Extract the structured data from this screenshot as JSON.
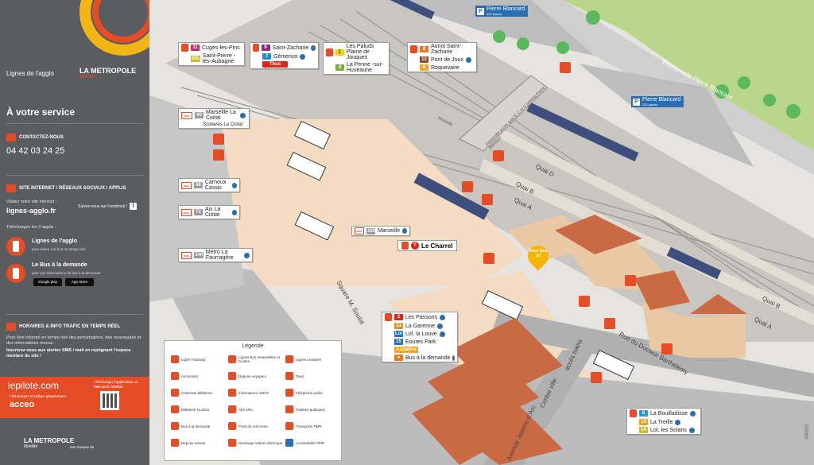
{
  "sidebar": {
    "logo_left": "Lignes de l'agglo",
    "logo_right": "LA METROPOLE",
    "logo_right_sub": "Mobilité",
    "title": "À votre service",
    "contact_head": "CONTACTEZ-NOUS",
    "phone": "04 42 03 24 25",
    "web_head": "SITE INTERNET / RÉSEAUX SOCIAUX / APPLIS",
    "web_intro": "Visitez notre site internet :",
    "url": "lignes-agglo.fr",
    "facebook": "Suivez-nous sur Facebook !",
    "apps_intro": "Téléchargez les 2 applis :",
    "app1_title": "Lignes de l'agglo",
    "app1_sub": "pour suivre vos bus en temps réel",
    "app2_title": "Le Bus à la demande",
    "app2_sub": "pour vos réservations du bus à la demande",
    "store1": "Google play",
    "store2": "App Store",
    "info_head": "HORAIRES & INFO TRAFIC EN TEMPS RÉEL",
    "info_txt": "Pour être informé en temps réel des perturbations, des nouveautés et des informations réseau :",
    "info_bold": "Inscrivez-vous aux alertes SMS / mail en rejoignant l'espace membre du site !",
    "pilote": "lepilote.com",
    "pilote_app": "Téléchargez l'application La Métropole Mobilité",
    "acceo_txt": "Téléchargez et utilisez gratuitement",
    "acceo": "acceo",
    "bottom_logo": "LA METROPOLE",
    "bottom_logo_sub": "Mobilité",
    "bottom_logo_tag": "une marque de"
  },
  "boxes": {
    "b1": [
      {
        "num": "11",
        "color": "#b7336d",
        "name": "Cuges-les-Pins"
      },
      {
        "num": "20s",
        "color": "#c9b92c",
        "name": "Saint-Pierre -lès-Aubagne"
      }
    ],
    "b2": [
      {
        "num": "9",
        "color": "#8b2a7f",
        "name": "Saint-Zacharie"
      },
      {
        "num": "7",
        "color": "#2a8bc9",
        "name": "Gémenos"
      }
    ],
    "b2_tbus": "Tbus",
    "b3": [
      {
        "num": "1",
        "color": "#e7d21c",
        "name": "Les Paluds Plaine de Jouques"
      },
      {
        "num": "4",
        "color": "#7bb03a",
        "name": "La Penne -sur-Huveaune"
      }
    ],
    "b4": [
      {
        "num": "8",
        "color": "#e7792b",
        "name": "Auriol Saint-Zacharie"
      },
      {
        "num": "12",
        "color": "#8c4a2b",
        "name": "Pont de Joux"
      },
      {
        "num": "6",
        "color": "#f0a528",
        "name": "Roquevaire"
      }
    ],
    "b5_num": "69",
    "b5_name": "Marseille La Ciotat",
    "b5_sub": "Scolaires La Ciotat",
    "b6_num": "68",
    "b6_name": "Carnoux Cassis",
    "b7_num": "72",
    "b7_name": "Aix La Ciotat",
    "b8_num": "240",
    "b8_name": "Métro La Fourragère",
    "b9_num": "100",
    "b9_name": "Marseille",
    "b10": [
      {
        "num": "2",
        "color": "#e2231a",
        "name": "Les Passons"
      },
      {
        "num": "13",
        "color": "#c99a2c",
        "name": "La Garenne"
      },
      {
        "num": "Lol",
        "color": "#2a6db0",
        "name": "Lol. la Louve"
      },
      {
        "num": "15",
        "color": "#2a6db0",
        "name": "Eoures Park"
      }
    ],
    "b10_aub": "Aubaline",
    "b10_dem": "Bus à la demande",
    "b11": [
      {
        "num": "5",
        "color": "#2a9ad0",
        "name": "La Bouilladisse"
      },
      {
        "num": "10",
        "color": "#e7a21c",
        "name": "La Treille"
      },
      {
        "num": "14",
        "color": "#c9b92c",
        "name": "Lot. les Solans"
      }
    ],
    "zou": "zou",
    "tram_num": "T",
    "tram_name": "Le Charrel"
  },
  "map": {
    "parking1": "Pierre Blancard",
    "parking1_sub": "224 places",
    "parking2": "Pierre Blancard",
    "parking2_sub": "224 places",
    "promenade": "Promenade Pierre Blancard",
    "rue": "Rue du Docteur Barthélémy",
    "avenue": "Avenue Jeanne d'Arc",
    "centre": "Centre ville",
    "acces": "accès trains",
    "square": "Square M. Soulat",
    "quai_d": "Quai D",
    "quai_b": "Quai B",
    "quai_a": "Quai A",
    "quai_b2": "Quai B",
    "quai_a2": "Quai A",
    "passerelle": "Passerelle accès quai B, C et D parking Pierre Blancard",
    "marseille": "Marseille",
    "vous": "Vous êtes ici",
    "code": "03/02/22"
  },
  "legend": {
    "title": "Légende",
    "items": [
      "Ligne Tramway",
      "Lignes Bus essentielles et locales",
      "Lignes scolaires",
      "Ascenseur",
      "Dépose voyageur",
      "Taxis",
      "Automate Billetterie",
      "Informations SNCF",
      "Téléphone public",
      "Billetterie Guichet",
      "Abri vélo",
      "Toilettes publiques",
      "Bus à la demande",
      "Point de rencontre",
      "Transports PMR",
      "Dépose minute",
      "Recharge Voiture électrique",
      "Accessibilité PMR"
    ]
  },
  "colors": {
    "accent": "#e44d26",
    "sidebar": "#5a5c5f",
    "blue": "#2a6db0",
    "yellow": "#f2b516"
  }
}
